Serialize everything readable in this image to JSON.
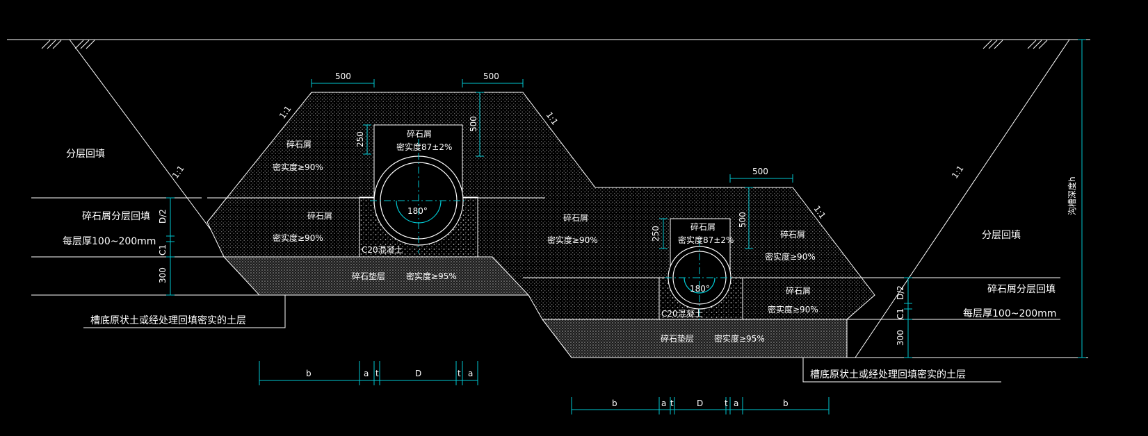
{
  "colors": {
    "background": "#000000",
    "line": "#ffffff",
    "dimension": "#00c8d2",
    "hatch": "#9a9a9a"
  },
  "slopes": {
    "left_upper": "1:1",
    "left_inner": "1:1",
    "right_inner_upper": "1:1",
    "right_inner_lower": "1:1",
    "right_outer": "1:1"
  },
  "left_side": {
    "backfill": "分层回填",
    "gravel_backfill": "碎石屑分层回填",
    "layer_thickness": "每层厚100~200mm",
    "dim_half_d": "D/2",
    "dim_c1": "C1",
    "dim_300": "300",
    "base_note": "槽底原状土或经处理回填密实的土层"
  },
  "right_side": {
    "backfill": "分层回填",
    "gravel_backfill": "碎石屑分层回填",
    "layer_thickness": "每层厚100~200mm",
    "dim_half_d": "D/2",
    "dim_c1": "C1",
    "dim_300": "300",
    "base_note": "槽底原状土或经处理回填密实的土层",
    "depth": "沟槽深度h"
  },
  "pipe1": {
    "top_width_left": "500",
    "top_width_right": "500",
    "height_above": "500",
    "cap_height": "250",
    "cap_material": "碎石屑",
    "cap_compaction": "密实度87±2%",
    "side_upper_material": "碎石屑",
    "side_upper_compaction": "密实度≥90%",
    "side_lower_material": "碎石屑",
    "side_lower_compaction": "密实度≥90%",
    "mid_material": "碎石屑",
    "mid_compaction": "密实度≥90%",
    "support_angle": "180°",
    "concrete": "C20混凝土",
    "bedding": "碎石垫层",
    "bedding_compaction": "密实度≥95%",
    "dims": [
      "b",
      "a",
      "t",
      "D",
      "t",
      "a"
    ]
  },
  "pipe2": {
    "top_width": "500",
    "height_above": "500",
    "cap_height": "250",
    "cap_material": "碎石屑",
    "cap_compaction": "密实度87±2%",
    "side_upper_material": "碎石屑",
    "side_upper_compaction": "密实度≥90%",
    "side_lower_material": "碎石屑",
    "side_lower_compaction": "密实度≥90%",
    "support_angle": "180°",
    "concrete": "C20混凝土",
    "bedding": "碎石垫层",
    "bedding_compaction": "密实度≥95%",
    "dims": [
      "b",
      "a",
      "t",
      "D",
      "t",
      "a",
      "b"
    ]
  }
}
